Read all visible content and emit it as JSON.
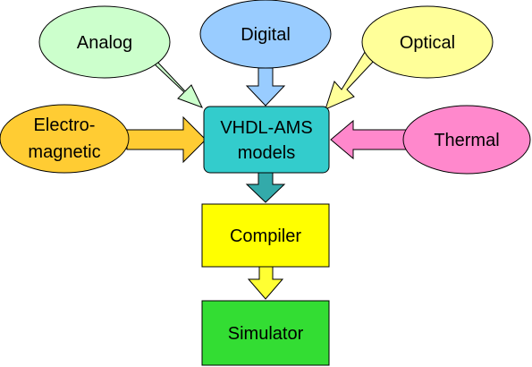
{
  "nodes": {
    "analog": {
      "label": "Analog",
      "color": "#ccffcc"
    },
    "digital": {
      "label": "Digital",
      "color": "#99ccff"
    },
    "optical": {
      "label": "Optical",
      "color": "#ffff99"
    },
    "electromagnetic": {
      "label_line1": "Electro-",
      "label_line2": "magnetic",
      "color": "#ffcc33"
    },
    "thermal": {
      "label": "Thermal",
      "color": "#ff88cc"
    },
    "models": {
      "label_line1": "VHDL-AMS",
      "label_line2": "models",
      "color": "#33cccc"
    },
    "compiler": {
      "label": "Compiler",
      "color": "#ffff00"
    },
    "simulator": {
      "label": "Simulator",
      "color": "#33dd33"
    }
  },
  "colors": {
    "arrow_analog": "#ccffcc",
    "arrow_digital": "#99ccff",
    "arrow_optical": "#ffff99",
    "arrow_electromagnetic": "#ffcc33",
    "arrow_thermal": "#ff88cc",
    "arrow_models": "#33aaaa",
    "arrow_compiler": "#ffff33",
    "stroke": "#000000"
  }
}
